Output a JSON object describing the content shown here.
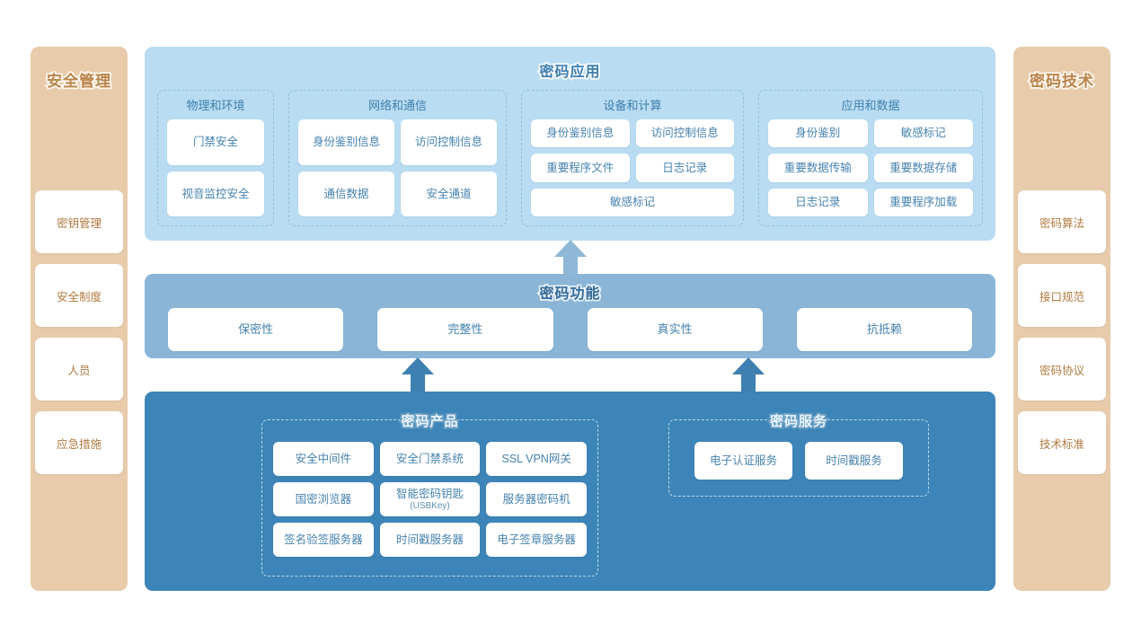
{
  "sidebars": {
    "left": {
      "title": "安全管理",
      "items": [
        {
          "label": "密钥管理"
        },
        {
          "label": "安全制度"
        },
        {
          "label": "人员"
        },
        {
          "label": "应急措施"
        }
      ]
    },
    "right": {
      "title": "密码技术",
      "items": [
        {
          "label": "密码算法"
        },
        {
          "label": "接口规范"
        },
        {
          "label": "密码协议"
        },
        {
          "label": "技术标准"
        }
      ]
    }
  },
  "layers": {
    "application": {
      "title": "密码应用",
      "groups": [
        {
          "title": "物理和环境",
          "items": [
            "门禁安全",
            "视音监控安全"
          ]
        },
        {
          "title": "网络和通信",
          "items": [
            "身份鉴别信息",
            "访问控制信息",
            "通信数据",
            "安全通道"
          ]
        },
        {
          "title": "设备和计算",
          "items": [
            "身份鉴别信息",
            "访问控制信息",
            "重要程序文件",
            "日志记录",
            "敏感标记"
          ]
        },
        {
          "title": "应用和数据",
          "items": [
            "身份鉴别",
            "敏感标记",
            "重要数据传输",
            "重要数据存储",
            "日志记录",
            "重要程序加载"
          ]
        }
      ]
    },
    "function": {
      "title": "密码功能",
      "items": [
        "保密性",
        "完整性",
        "真实性",
        "抗抵赖"
      ]
    },
    "product": {
      "products": {
        "title": "密码产品",
        "items": [
          {
            "label": "安全中间件",
            "sub": ""
          },
          {
            "label": "安全门禁系统",
            "sub": ""
          },
          {
            "label": "SSL VPN网关",
            "sub": ""
          },
          {
            "label": "国密浏览器",
            "sub": ""
          },
          {
            "label": "智能密码钥匙",
            "sub": "(USBKey)"
          },
          {
            "label": "服务器密码机",
            "sub": ""
          },
          {
            "label": "签名验签服务器",
            "sub": ""
          },
          {
            "label": "时间戳服务器",
            "sub": ""
          },
          {
            "label": "电子签章服务器",
            "sub": ""
          }
        ]
      },
      "services": {
        "title": "密码服务",
        "items": [
          {
            "label": "电子认证服务"
          },
          {
            "label": "时间戳服务"
          }
        ]
      }
    }
  },
  "colors": {
    "sidebar_bg": "#e8cbab",
    "sidebar_text": "#b0793f",
    "app_layer_bg": "#b9dcf2",
    "function_layer_bg": "#8ab5d6",
    "product_layer_bg": "#3d85b8",
    "chip_text": "#4682ae",
    "arrow_light": "#8fb8d6",
    "arrow_dark": "#3e80b0"
  }
}
